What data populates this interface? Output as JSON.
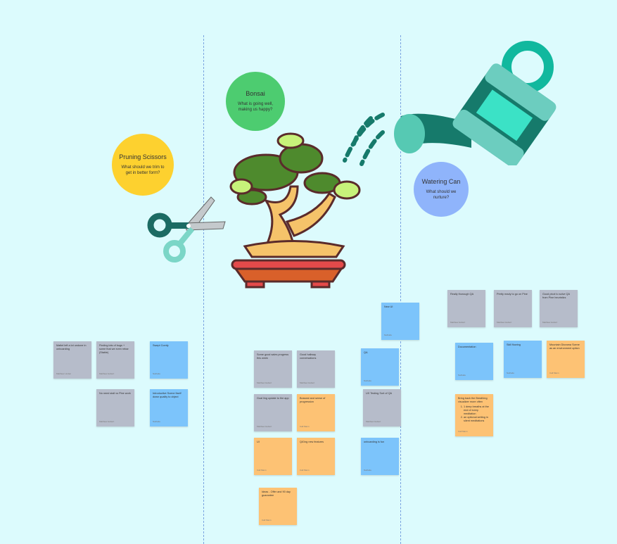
{
  "colors": {
    "background": "#dcfbfd",
    "gray": "#b6bcca",
    "blue": "#7cc4fb",
    "orange": "#fdc274",
    "yellow": "#fdd12f",
    "green": "#4dcc70",
    "periwinkle": "#8fb4fb"
  },
  "circles": {
    "pruning": {
      "title": "Pruning Scissors",
      "subtitle": "What should we trim to get in better form?"
    },
    "bonsai": {
      "title": "Bonsai",
      "subtitle": "What is going well, making us happy?"
    },
    "watering": {
      "title": "Watering Can",
      "subtitle": "What should we nurture?"
    }
  },
  "art": {
    "scissors": "scissors-icon",
    "bonsai": "bonsai-tree-icon",
    "can": "watering-can-icon"
  },
  "stickies": [
    {
      "text": "Mattel left a lot undone in onboarding",
      "author": "Matthew Linden"
    },
    {
      "text": "Finding lots of bugs + some that we even rebar (Stable)",
      "author": "Matthew Hebert"
    },
    {
      "text": "Swept Comfy",
      "author": "Nathalie"
    },
    {
      "text": "No need stall vs Pine work",
      "author": "Matthew Hebert"
    },
    {
      "text": "Introductive Scene Itself down quality to object",
      "author": "Nathalie"
    },
    {
      "text": "New UI",
      "author": "Nathalie"
    },
    {
      "text": "Some good sales progress this week",
      "author": "Matthew Hebert"
    },
    {
      "text": "Good hallway conversations",
      "author": "Matthew Hebert"
    },
    {
      "text": "QA",
      "author": "Nathalie"
    },
    {
      "text": "Goal ling update to the app",
      "author": "Matthew Hebert"
    },
    {
      "text": "Bosseal and sense of progression",
      "author": "Call Mann"
    },
    {
      "text": "UX Testing Sort of QA",
      "author": "Matthew Hebert"
    },
    {
      "text": "UI",
      "author": "Call Mann"
    },
    {
      "text": "QA'ing new features",
      "author": "Call Mann"
    },
    {
      "text": "onboarding is fun",
      "author": "Nathalie"
    },
    {
      "text": "Ideas - Offer and 90 day guarantee",
      "author": "Call Mann"
    },
    {
      "text": "Really thorough QA",
      "author": "Matthew Hebert"
    },
    {
      "text": "Pretty ready to go on Pine",
      "author": "Matthew Hebert"
    },
    {
      "text": "Good pivot to solve QA from Pine heuristics",
      "author": "Matthew Hebert"
    },
    {
      "text": "Documentation",
      "author": "Nathalie"
    },
    {
      "text": "Skill flowing",
      "author": "Nathalie"
    },
    {
      "text": "Mountain Diorama Scene as an environment option",
      "author": "Call Mann"
    },
    {
      "text": "Bring back the Breathing visualizer more often",
      "author": "Call Mann",
      "list": [
        "1 deep breaths at the end of every meditation",
        "an optional setting in silent meditations"
      ]
    }
  ]
}
